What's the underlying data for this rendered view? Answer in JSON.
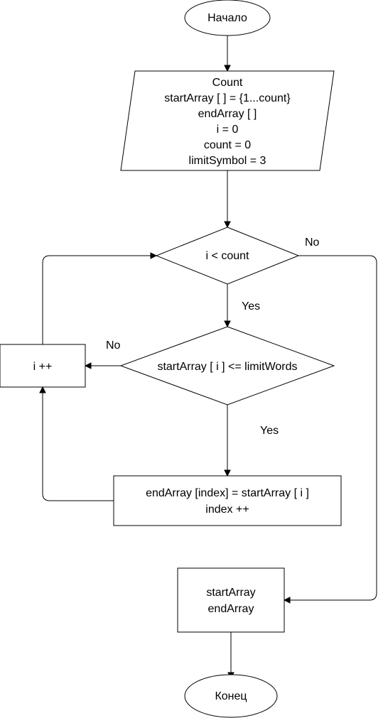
{
  "nodes": {
    "start": "Начало",
    "input": [
      "Count",
      "startArray [ ] = {1...count}",
      "endArray [ ]",
      "i = 0",
      "count = 0",
      "limitSymbol = 3"
    ],
    "condition_loop": "i < count",
    "condition_limit": "startArray [ i ] <= limitWords",
    "increment": "i ++",
    "assign": [
      "endArray [index] = startArray [ i ]",
      "index ++"
    ],
    "output": [
      "startArray",
      "endArray"
    ],
    "end": "Конец"
  },
  "edge_labels": {
    "loop_no": "No",
    "loop_yes": "Yes",
    "limit_no": "No",
    "limit_yes": "Yes"
  }
}
